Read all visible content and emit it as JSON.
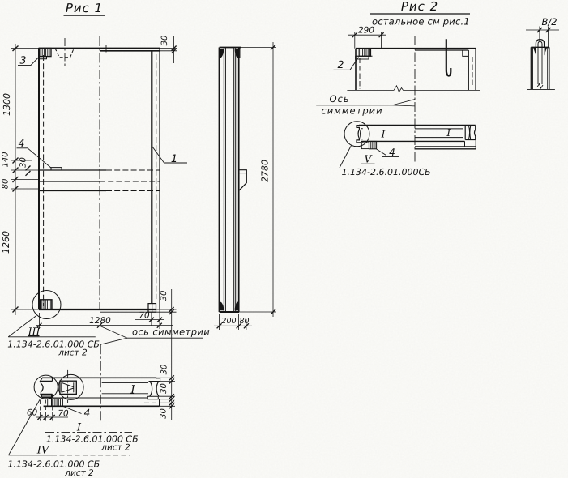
{
  "fig1": {
    "title": "Рис 1",
    "items": {
      "i1": "1",
      "i3": "3",
      "i4": "4"
    },
    "dims": {
      "h1300": "1300",
      "h140": "140",
      "h30": "30",
      "h80": "80",
      "h1260": "1260",
      "top30": "30",
      "bot30": "30",
      "bot70": "70",
      "w1280": "1280",
      "side2780": "2780",
      "side200": "200",
      "side80": "80"
    },
    "axis_note": "ось симметрии",
    "section": {
      "d60": "60",
      "d70": "70",
      "item4": "4",
      "t30a": "30",
      "t30b": "30",
      "t30c": "30",
      "part_mark": "I"
    },
    "refs": {
      "r3_mark": "III",
      "r3_text": "1.134-2.6.01.000 СБ",
      "r3_sheet": "лист 2",
      "r1_mark": "I",
      "r1_text": "1.134-2.6.01.000 СБ",
      "r1_sheet": "лист 2",
      "r4_mark": "IV",
      "r4_text": "1.134-2.6.01.000 СБ",
      "r4_sheet": "лист 2"
    }
  },
  "fig2": {
    "title": "Рис 2",
    "note": "остальное см рис.1",
    "items": {
      "i2": "2",
      "i4": "4"
    },
    "dims": {
      "w290": "290",
      "b2": "В/2"
    },
    "axis_note_line1": "Ось",
    "axis_note_line2": "симметрии",
    "section": {
      "mark_v": "V",
      "part_a": "I",
      "part_b": "I",
      "ref": "1.134-2.6.01.000СБ"
    }
  }
}
